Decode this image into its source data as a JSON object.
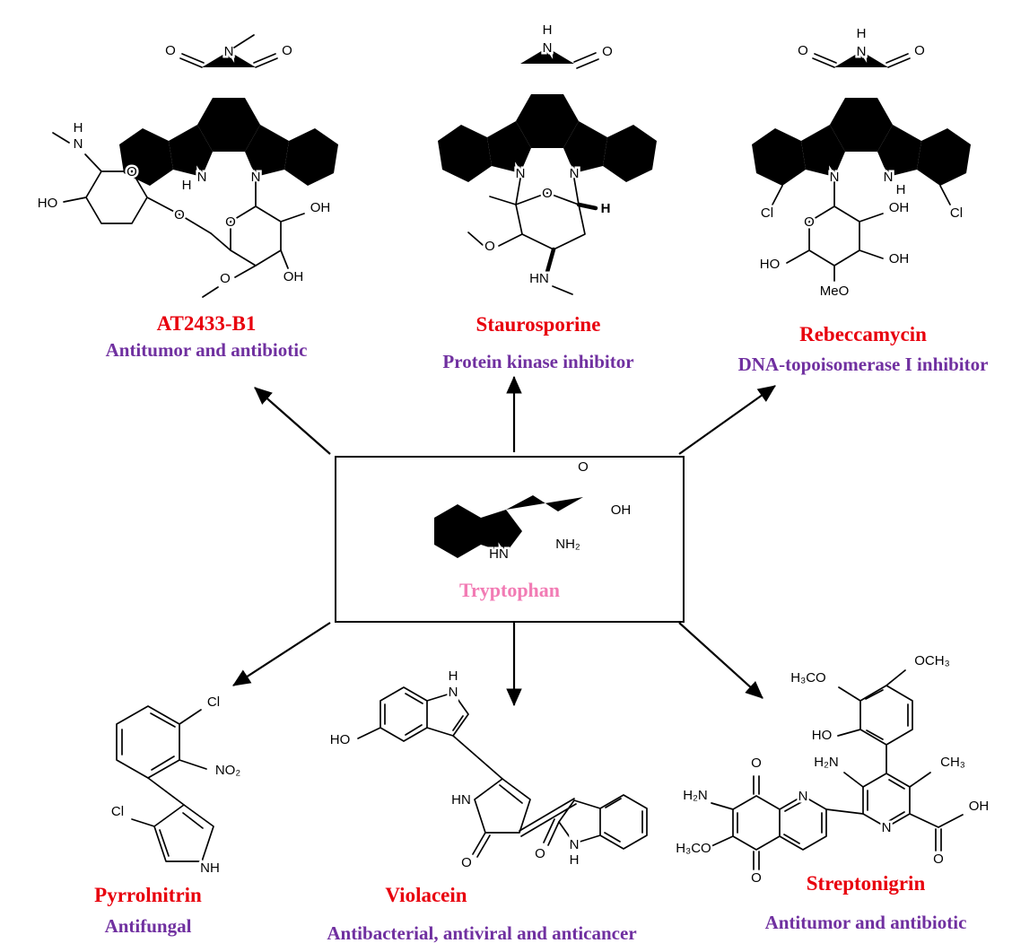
{
  "colors": {
    "compound_name": "#e8000d",
    "activity_text": "#7030a0",
    "tryptophan_label": "#f27bb4",
    "bonds": "#000000",
    "background": "#ffffff"
  },
  "core": {
    "n": "N"
  },
  "center_box": {
    "name": "Tryptophan",
    "atoms": {
      "hn": "HN",
      "o": "O",
      "oh": "OH",
      "nh2": "NH₂"
    }
  },
  "molecules": {
    "at2433": {
      "name": "AT2433-B1",
      "activity": "Antitumor and antibiotic",
      "atoms": {
        "o_left": "O",
        "o_right": "O",
        "h_indole": "H",
        "o_ring_glucose": "O",
        "oh_1": "OH",
        "oh_2": "OH",
        "o_methoxy": "O",
        "o_linker": "O",
        "o_ring_amino": "O",
        "n_amine": "N",
        "h_amine": "H",
        "ho": "HO"
      }
    },
    "staurosporine": {
      "name": "Staurosporine",
      "activity": "Protein kinase inhibitor",
      "atoms": {
        "h_imide": "H",
        "o_carbonyl": "O",
        "o_ring": "O",
        "h_anomeric": "H",
        "hn_amine": "HN",
        "o_methoxy": "O"
      }
    },
    "rebeccamycin": {
      "name": "Rebeccamycin",
      "activity": "DNA-topoisomerase I inhibitor",
      "atoms": {
        "h_imide": "H",
        "o_left": "O",
        "o_right": "O",
        "h_indole": "H",
        "cl_left": "Cl",
        "cl_right": "Cl",
        "o_ring": "O",
        "oh_1": "OH",
        "oh_2": "OH",
        "meo": "MeO",
        "ho": "HO"
      }
    },
    "pyrrolnitrin": {
      "name": "Pyrrolnitrin",
      "activity": "Antifungal",
      "atoms": {
        "cl_top": "Cl",
        "no2": "NO₂",
        "cl_left": "Cl",
        "nh": "NH"
      }
    },
    "violacein": {
      "name": "Violacein",
      "activity": "Antibacterial, antiviral and anticancer",
      "atoms": {
        "ho": "HO",
        "n_indole": "N",
        "h_indole": "H",
        "hn_pyrrolinone": "HN",
        "o_left": "O",
        "o_right": "O",
        "n_oxindole": "N",
        "h_oxindole": "H"
      }
    },
    "streptonigrin": {
      "name": "Streptonigrin",
      "activity": "Antitumor and antibiotic",
      "atoms": {
        "och3": "OCH₃",
        "h3co_top": "H₃CO",
        "ho": "HO",
        "h2n_pyridine": "H₂N",
        "ch3": "CH₃",
        "n_pyridine": "N",
        "n_quinoline": "N",
        "oh": "OH",
        "o_acid": "O",
        "o_top": "O",
        "o_bottom": "O",
        "h2n_quinone": "H₂N",
        "h3co_bottom": "H₃CO"
      }
    }
  }
}
